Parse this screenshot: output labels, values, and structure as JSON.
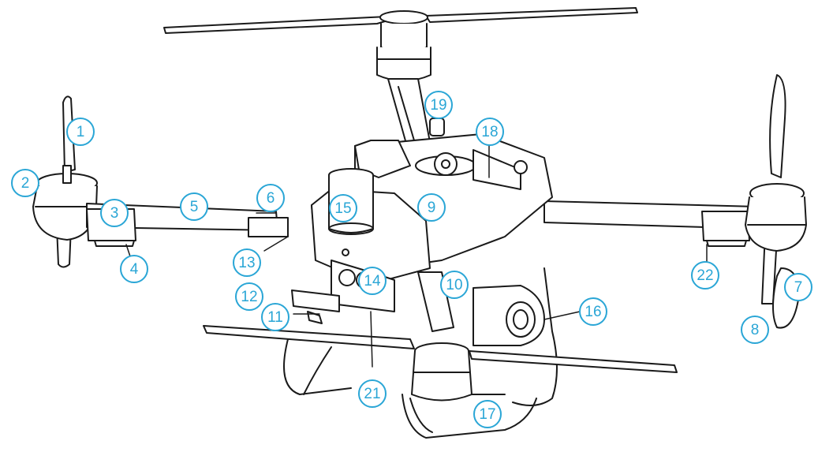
{
  "colors": {
    "callout": "#2aa6d6",
    "line_art": "#1a1a1a",
    "background": "#ffffff"
  },
  "subject_icon": "agricultural-drone-line-art",
  "callouts": [
    "1",
    "2",
    "3",
    "4",
    "5",
    "6",
    "7",
    "8",
    "9",
    "10",
    "11",
    "12",
    "13",
    "14",
    "15",
    "16",
    "17",
    "18",
    "19",
    "21",
    "22"
  ]
}
